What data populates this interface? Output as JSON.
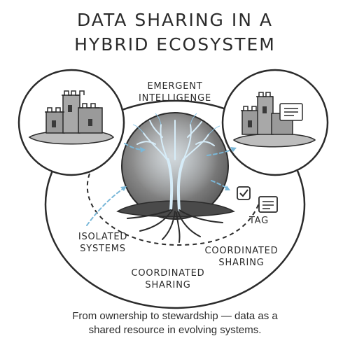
{
  "title_line1": "DATA SHARING IN A",
  "title_line2": "HYBRID ECOSYSTEM",
  "labels": {
    "emergent_line1": "EMERGENT",
    "emergent_line2": "INTELLIGENGE",
    "tag": "TAG",
    "isolated_line1": "ISOLATED",
    "isolated_line2": "SYSTEMS",
    "coord_right_line1": "COORDINATED",
    "coord_right_line2": "SHARING",
    "coord_bottom_line1": "COORDINATED",
    "coord_bottom_line2": "SHARING"
  },
  "caption_line1": "From ownership to stewardship — data as a",
  "caption_line2": "shared resource in evolving systems.",
  "colors": {
    "ink": "#2b2b2b",
    "accent_blue": "#7ab8d9",
    "tree_glow": "#cfe8f7",
    "sphere_gray": "#6f6f6f",
    "island_gray": "#bdbdbd"
  },
  "icons": [
    "castle-icon",
    "castle-document-icon",
    "tree-icon",
    "checkbox-icon",
    "document-icon"
  ]
}
